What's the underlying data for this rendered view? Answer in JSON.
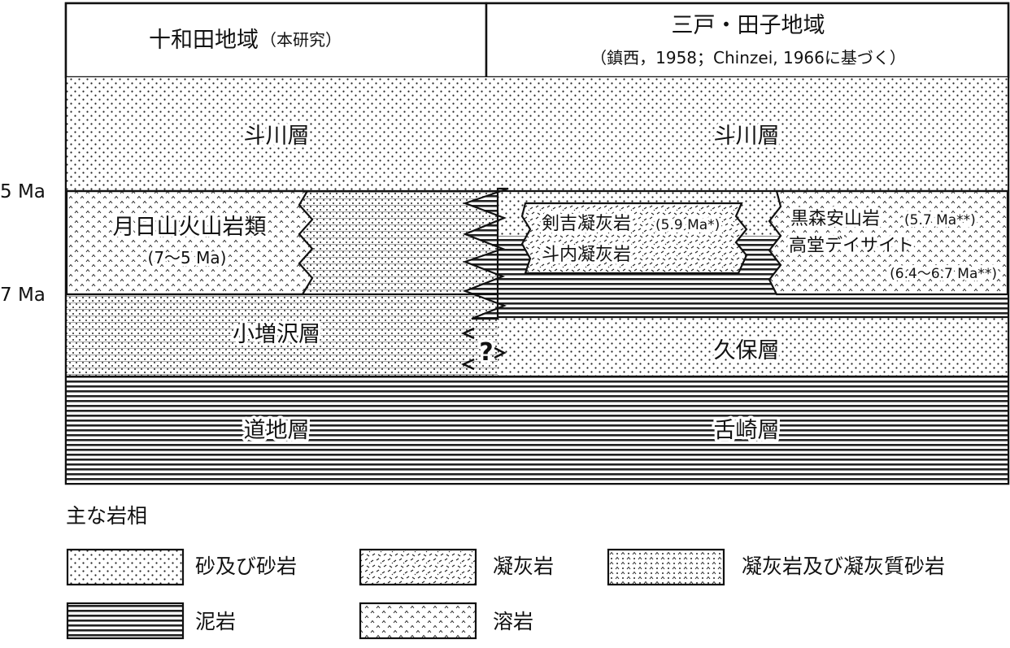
{
  "header": {
    "left_title": "十和田地域",
    "left_note": "（本研究）",
    "right_title": "三戸・田子地域",
    "right_note": "（鎮西，1958；Chinzei, 1966に基づく）"
  },
  "time_axis": {
    "upper": "5 Ma",
    "lower": "7 Ma"
  },
  "units": {
    "tokawa_left": "斗川層",
    "tokawa_right": "斗川層",
    "tsukihiyama": "月日山火山岩類",
    "tsukihiyama_age": "(7～5 Ma)",
    "kenyoshi": "剣吉凝灰岩",
    "kenyoshi_age": "(5.9 Ma*)",
    "tonai": "斗内凝灰岩",
    "kuromori": "黒森安山岩",
    "kuromori_age": "(5.7 Ma**)",
    "takado": "高堂デイサイト",
    "takado_age": "(6.4～6.7 Ma**)",
    "komasuzawa": "小増沢層",
    "uncertain": "?",
    "kubo": "久保層",
    "michiji": "道地層",
    "shitazaki": "舌崎層"
  },
  "legend": {
    "title": "主な岩相",
    "sandstone": "砂及び砂岩",
    "tuff": "凝灰岩",
    "tuffaceous_sandstone": "凝灰岩及び凝灰質砂岩",
    "mudstone": "泥岩",
    "lava": "溶岩"
  }
}
